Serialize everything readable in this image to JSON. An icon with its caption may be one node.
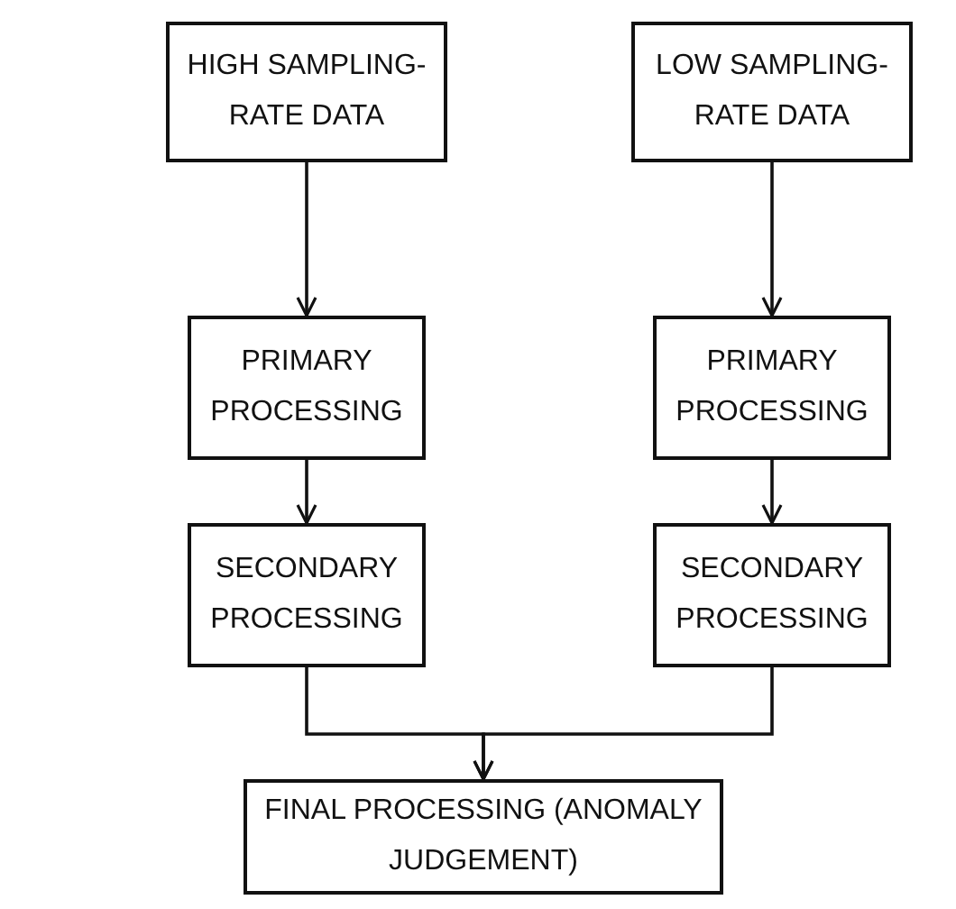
{
  "diagram": {
    "nodes": [
      {
        "text": [
          "HIGH SAMPLING-RATE DATA"
        ]
      },
      {
        "text": [
          "LOW SAMPLING-RATE DATA"
        ]
      },
      {
        "text": [
          "PRIMARY PROCESSING"
        ]
      },
      {
        "text": [
          "PRIMARY PROCESSING"
        ]
      },
      {
        "text": [
          "SECONDARY PROCESSING"
        ]
      },
      {
        "text": [
          "SECONDARY PROCESSING"
        ]
      },
      {
        "text": [
          "FINAL PROCESSING (ANOMALY JUDGEMENT)"
        ]
      }
    ],
    "edges": [
      {
        "from": 0,
        "to": 2,
        "arrow": "to"
      },
      {
        "from": 1,
        "to": 3,
        "arrow": "to"
      },
      {
        "from": 2,
        "to": 4,
        "arrow": "to"
      },
      {
        "from": 3,
        "to": 5,
        "arrow": "to"
      },
      {
        "from": 4,
        "to": 6,
        "arrow": "to"
      },
      {
        "from": 5,
        "to": 6,
        "arrow": "to"
      }
    ]
  }
}
